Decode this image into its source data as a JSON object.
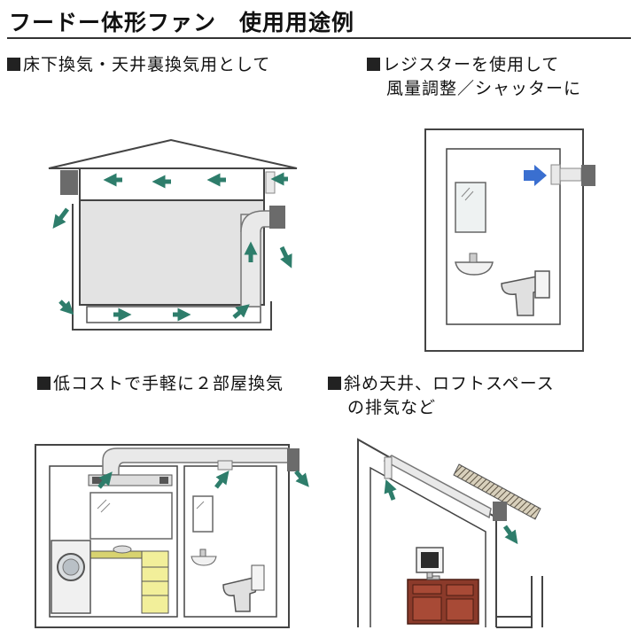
{
  "title": "フードー体形ファン　使用用途例",
  "examples": [
    {
      "line1": "床下換気・天井裏換気用として",
      "line2": ""
    },
    {
      "line1": "レジスターを使用して",
      "line2": "風量調整／シャッターに"
    },
    {
      "line1": "低コストで手軽に２部屋換気",
      "line2": ""
    },
    {
      "line1": "斜め天井、ロフトスペース",
      "line2": "の排気など"
    }
  ],
  "colors": {
    "arrow": "#2e7d6b",
    "register_arrow": "#3a6fd0",
    "wall": "#444444",
    "room_fill": "#e6e6e6",
    "duct": "#e9e9e9",
    "fan": "#6b6b6b",
    "cabinet": "#8b3a2a"
  }
}
